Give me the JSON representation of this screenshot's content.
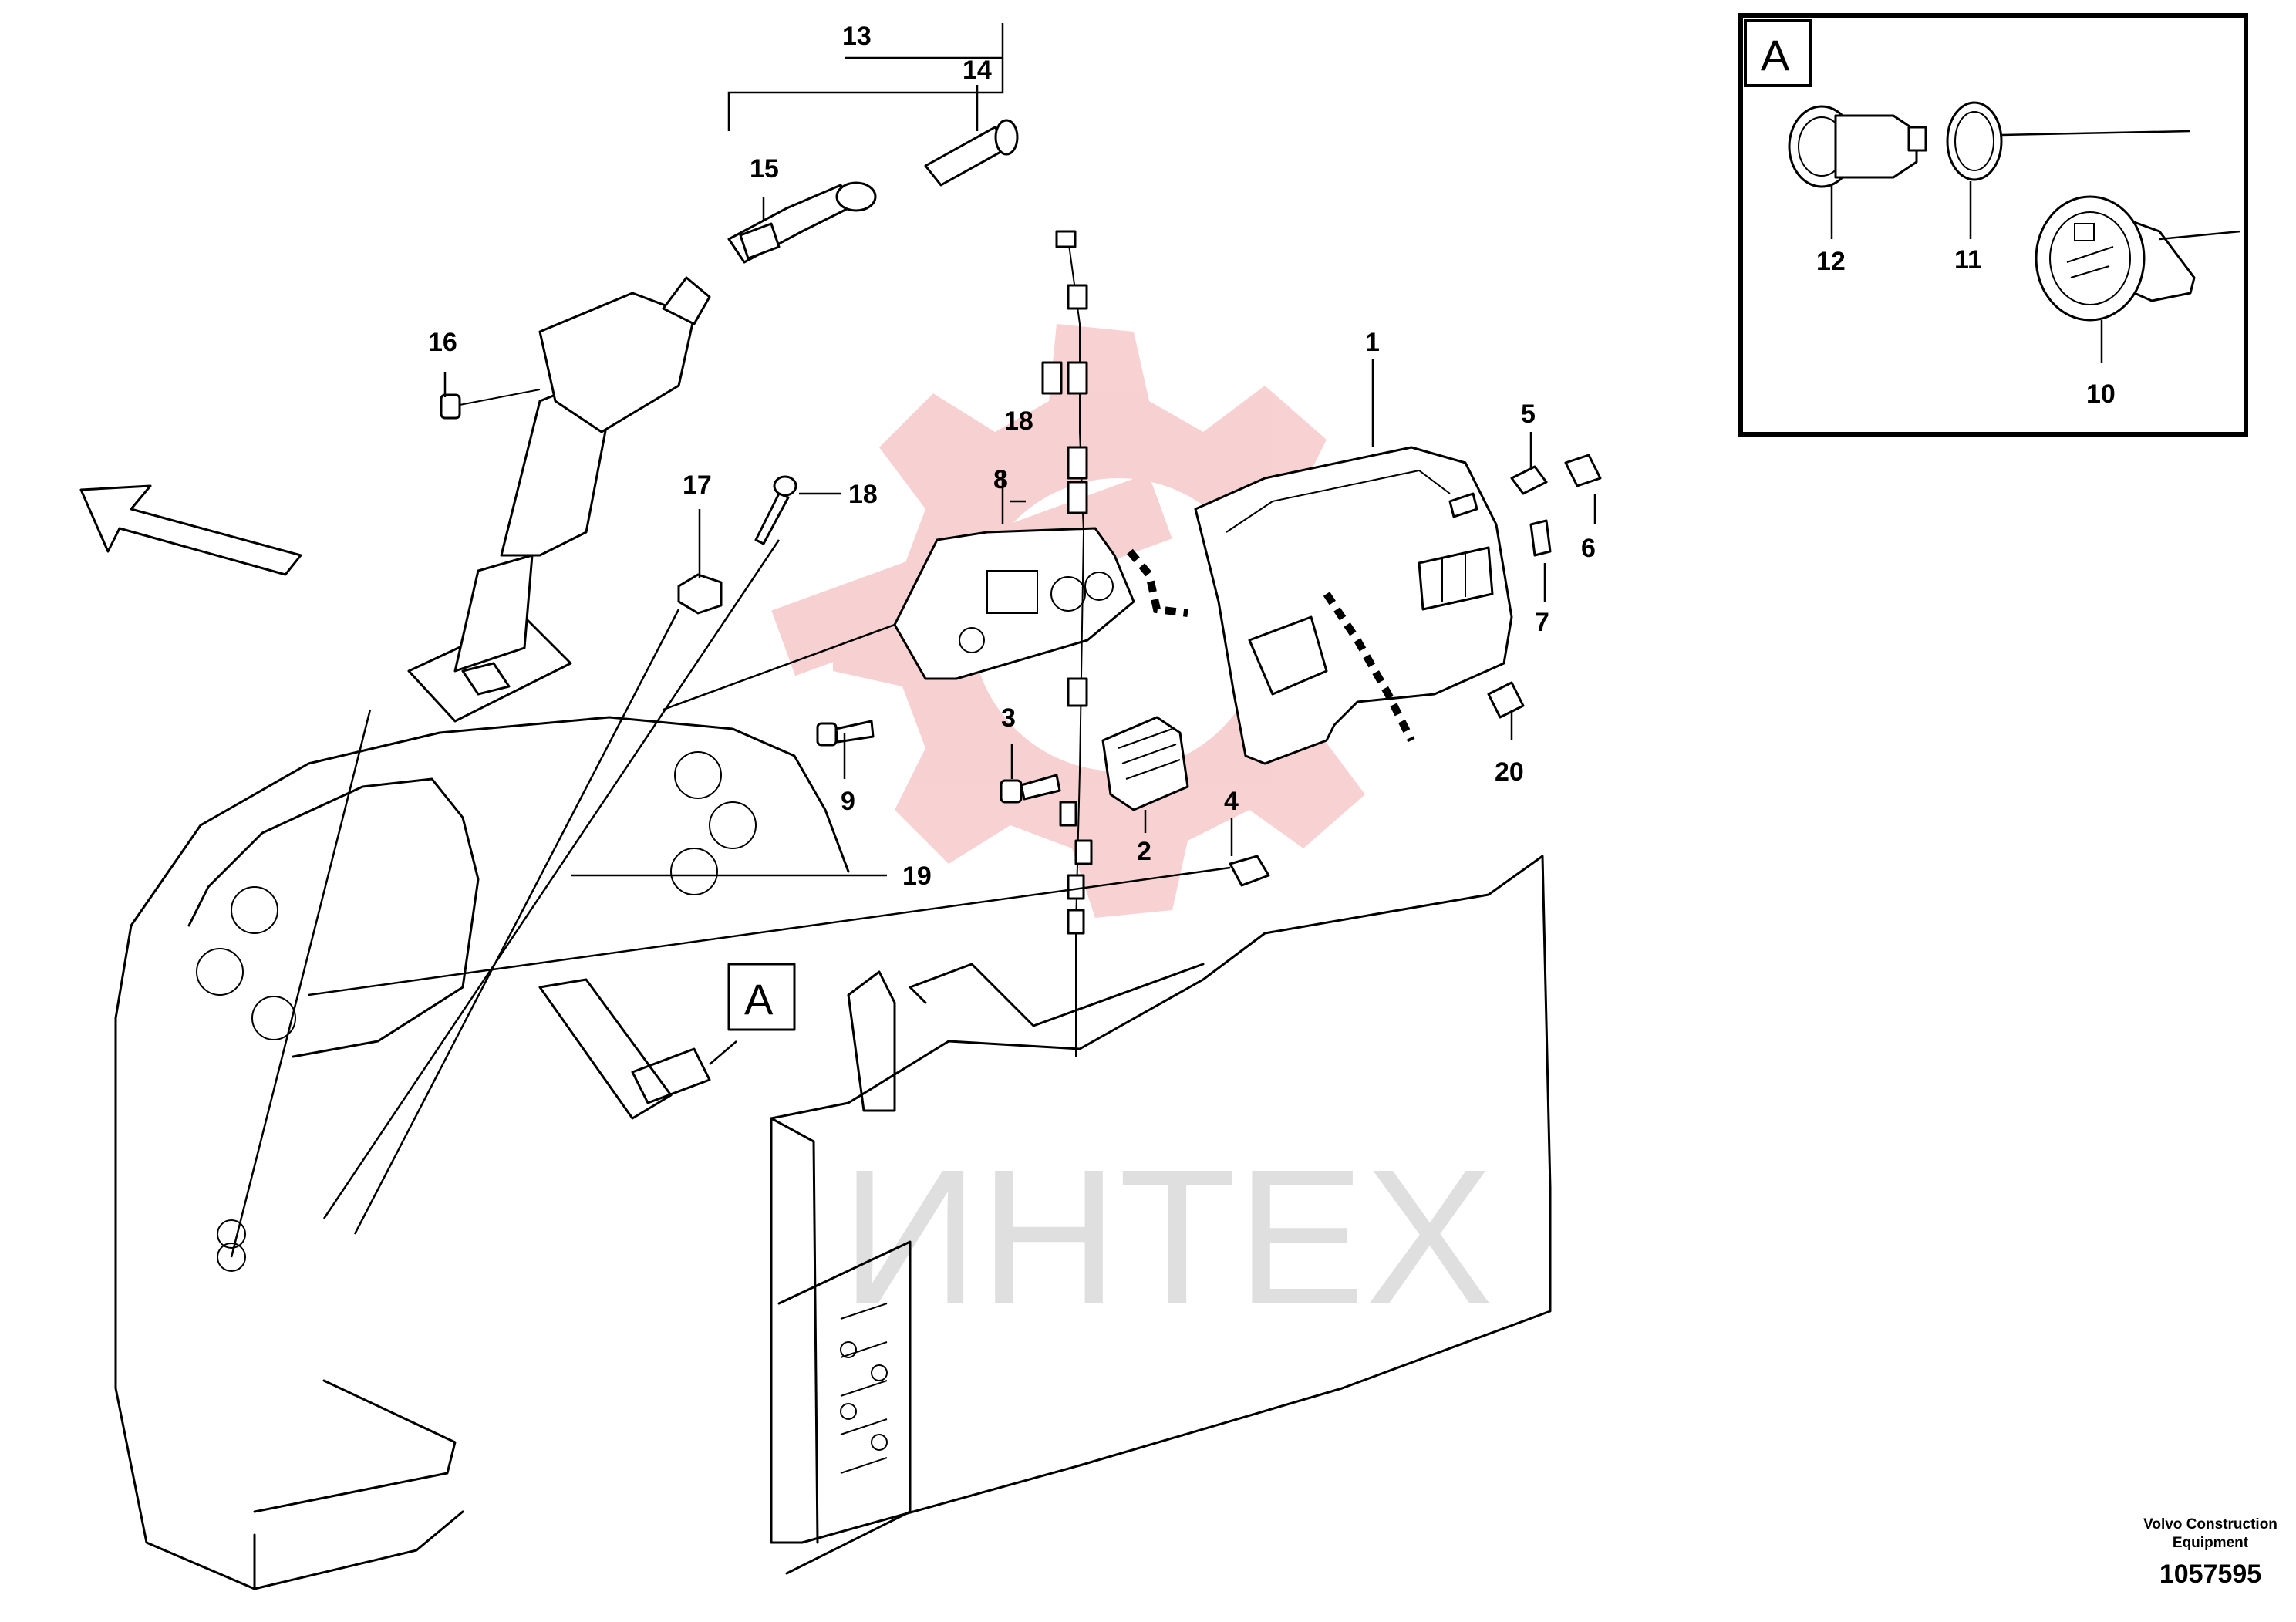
{
  "diagram": {
    "callouts": {
      "c1": "1",
      "c2": "2",
      "c3": "3",
      "c4": "4",
      "c5": "5",
      "c6": "6",
      "c7": "7",
      "c8": "8",
      "c9": "9",
      "c10": "10",
      "c11": "11",
      "c12": "12",
      "c13": "13",
      "c14": "14",
      "c15": "15",
      "c16": "16",
      "c17": "17",
      "c18a": "18",
      "c18b": "18",
      "c19": "19",
      "c20": "20"
    },
    "detail_marker": "A",
    "detail_box_label": "A",
    "watermark": "ИНТЕХ",
    "footer": {
      "brand_line1": "Volvo Construction",
      "brand_line2": "Equipment",
      "drawing_number": "1057595"
    }
  },
  "colors": {
    "linework": "#000000",
    "watermark_logo": "#f2b6b6",
    "watermark_text": "#d2d2d2"
  }
}
